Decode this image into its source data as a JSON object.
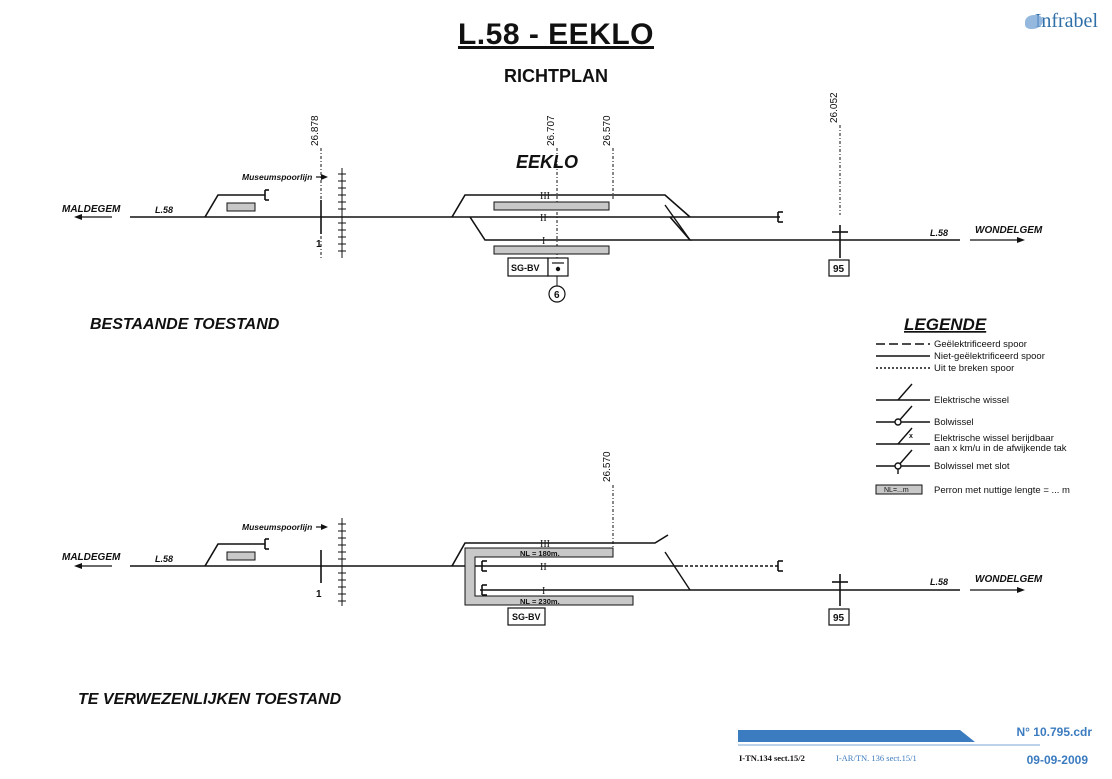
{
  "header": {
    "title": "L.58 - EEKLO",
    "subtitle": "RICHTPLAN",
    "logo_text": "Infrabel"
  },
  "diagram_top": {
    "km_markers": [
      "26.878",
      "26.707",
      "26.570",
      "26.052"
    ],
    "station_name": "EEKLO",
    "left_destination": "MALDEGEM",
    "right_destination": "WONDELGEM",
    "line_label_left": "L.58",
    "line_label_right": "L.58",
    "museum_label": "Museumspoorlijn",
    "tracks": [
      "III",
      "II",
      "I"
    ],
    "crossing_number": "1",
    "signal_box": "SG-BV",
    "circle_number": "6",
    "box_number": "95",
    "section_title": "BESTAANDE TOESTAND"
  },
  "diagram_bottom": {
    "km_marker": "26.570",
    "left_destination": "MALDEGEM",
    "right_destination": "WONDELGEM",
    "line_label_left": "L.58",
    "line_label_right": "L.58",
    "museum_label": "Museumspoorlijn",
    "tracks": [
      "III",
      "II",
      "I"
    ],
    "platform_1": "NL = 180m.",
    "platform_2": "NL = 230m.",
    "crossing_number": "1",
    "signal_box": "SG-BV",
    "box_number": "95",
    "section_title": "TE VERWEZENLIJKEN TOESTAND"
  },
  "legend": {
    "title": "LEGENDE",
    "items": [
      "Geëlektrificeerd spoor",
      "Niet-geëlektrificeerd spoor",
      "Uit te breken spoor",
      "Elektrische wissel",
      "Bolwissel",
      "Elektrische wissel berijdbaar aan x km/u in de afwijkende tak",
      "Bolwissel met slot",
      "Perron met nuttige lengte = ... m"
    ],
    "x_mark": "x",
    "platform_symbol": "NL=...m"
  },
  "footer": {
    "ref_1": "I-TN.134 sect.15/2",
    "ref_2": "I-AR/TN. 136 sect.15/1",
    "doc_number": "N° 10.795.cdr",
    "date": "09-09-2009"
  },
  "colors": {
    "logo_blue": "#2f6fa8",
    "footer_blue": "#3b7bbf",
    "platform_grey": "#c8c8c8"
  }
}
